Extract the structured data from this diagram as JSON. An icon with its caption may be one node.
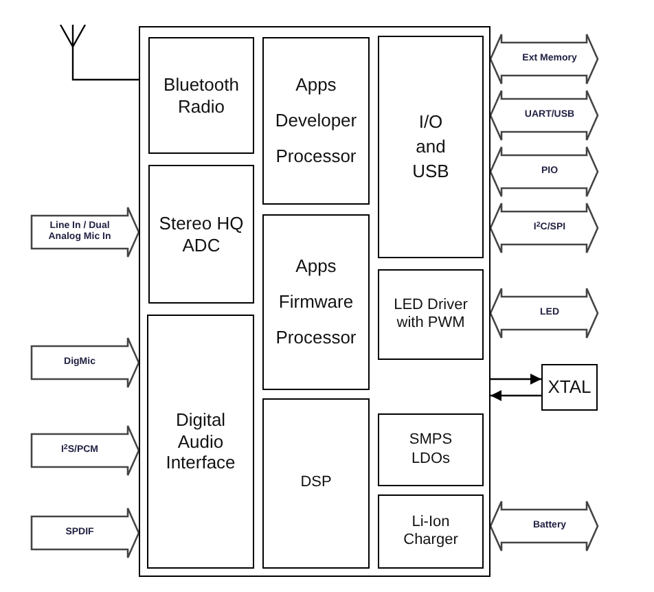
{
  "diagram": {
    "nodes": [
      {
        "text": [],
        "shape": "box"
      },
      {
        "text": [
          "Bluetooth Radio"
        ],
        "in": 0
      },
      {
        "text": [
          "Stereo HQ ADC"
        ],
        "in": 0
      },
      {
        "text": [
          "Digital Audio Interface"
        ],
        "in": 0
      },
      {
        "text": [
          "Apps Developer Processor"
        ],
        "in": 0
      },
      {
        "text": [
          "Apps Firmware Processor"
        ],
        "in": 0
      },
      {
        "text": [
          "DSP"
        ],
        "in": 0
      },
      {
        "text": [
          "I/O and USB"
        ],
        "in": 0
      },
      {
        "text": [
          "LED Driver with PWM"
        ],
        "in": 0
      },
      {
        "text": [
          "SMPS LDOs"
        ],
        "in": 0
      },
      {
        "text": [
          "Li-Ion Charger"
        ],
        "in": 0
      },
      {
        "text": [
          "XTAL"
        ]
      }
    ],
    "edges": [
      {
        "from": null,
        "to": 0,
        "arrow": "to",
        "style": "thick",
        "label": "Line In / Dual Analog Mic In"
      },
      {
        "from": null,
        "to": 0,
        "arrow": "to",
        "style": "thick",
        "label": "DigMic"
      },
      {
        "from": null,
        "to": 0,
        "arrow": "to",
        "style": "thick",
        "label": "I$^{2}$S/PCM"
      },
      {
        "from": null,
        "to": 0,
        "arrow": "to",
        "style": "thick",
        "label": "SPDIF"
      },
      {
        "from": 0,
        "to": null,
        "arrow": "both",
        "style": "thick",
        "label": "Ext Memory"
      },
      {
        "from": 0,
        "to": null,
        "arrow": "both",
        "style": "thick",
        "label": "UART/USB"
      },
      {
        "from": 0,
        "to": null,
        "arrow": "both",
        "style": "thick",
        "label": "PIO"
      },
      {
        "from": 0,
        "to": null,
        "arrow": "both",
        "style": "thick",
        "label": "I$^{2}$C/SPI"
      },
      {
        "from": 0,
        "to": null,
        "arrow": "both",
        "style": "thick",
        "label": "LED"
      },
      {
        "from": 0,
        "to": null,
        "arrow": "both",
        "style": "thick",
        "label": "Battery"
      },
      {
        "from": 0,
        "to": 11,
        "arrow": "to"
      },
      {
        "from": 11,
        "to": 0,
        "arrow": "to"
      }
    ]
  }
}
